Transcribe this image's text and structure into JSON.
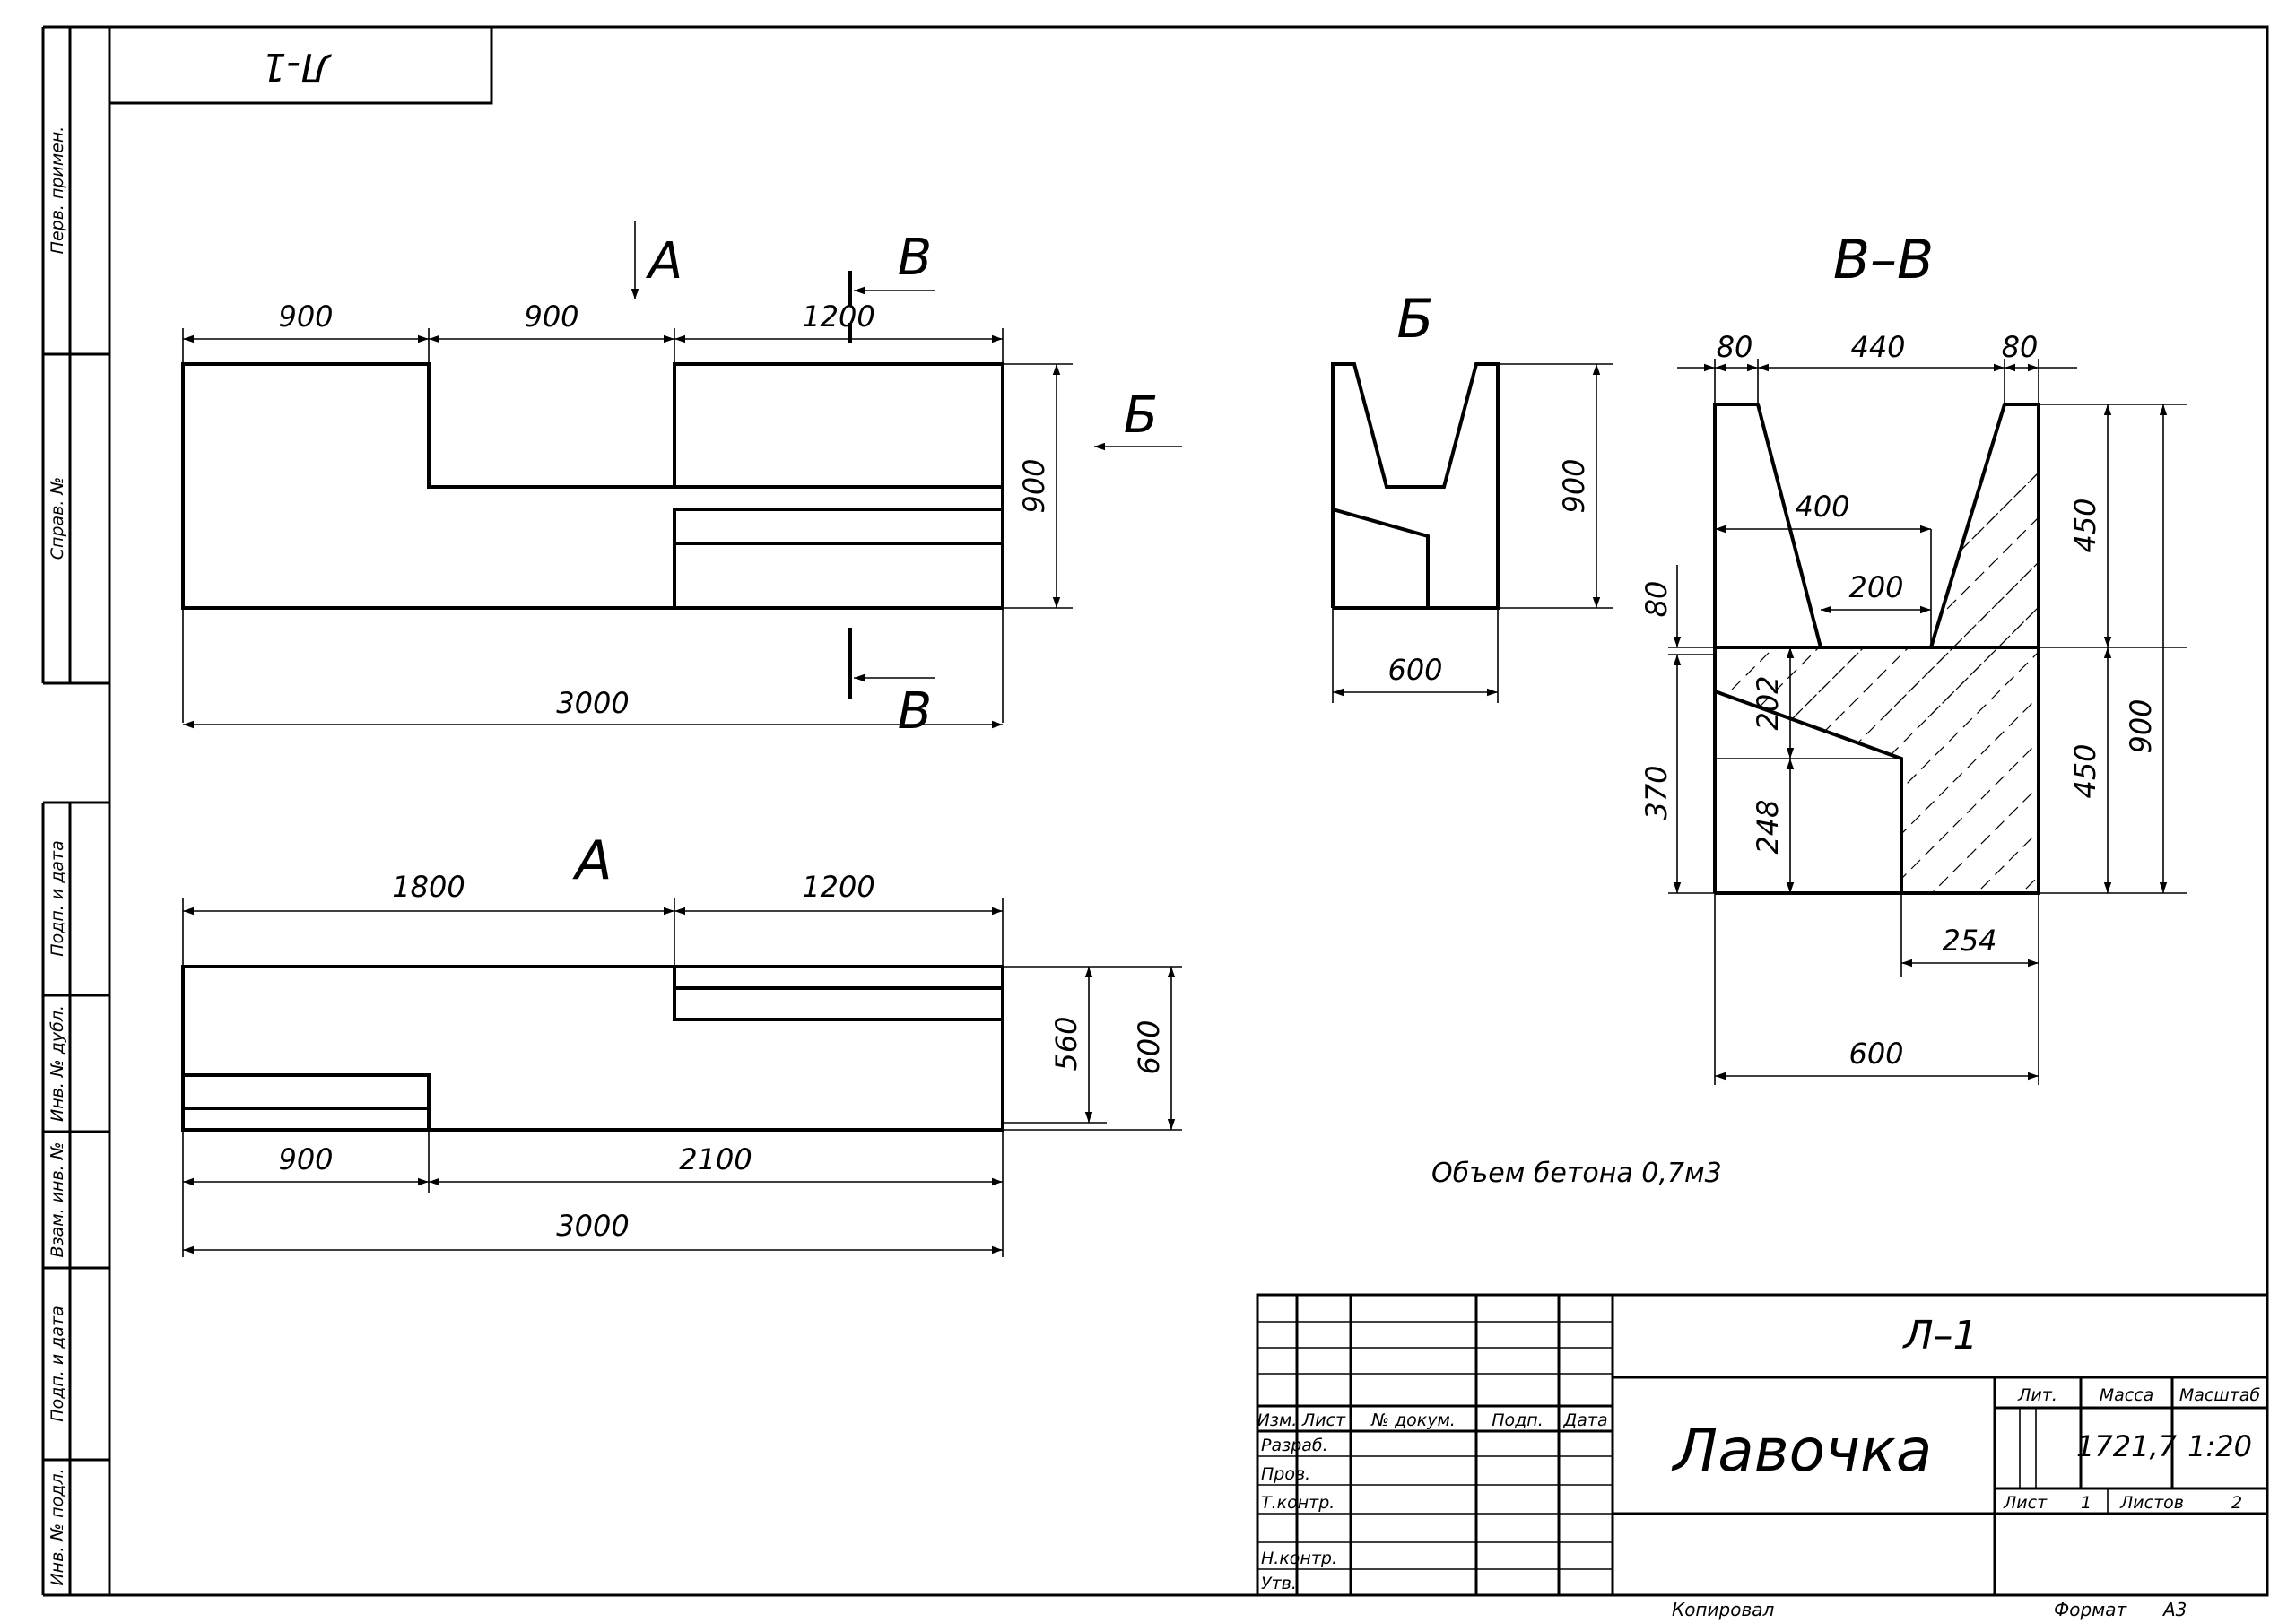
{
  "stamp_code_rotated": "Л-1",
  "side_columns": {
    "perv_primen": "Перв. примен.",
    "sprav_no": "Справ. №",
    "podp_i_data_1": "Подп. и дата",
    "inv_no_dubl": "Инв. № дубл.",
    "vzam_inv_no": "Взам. инв. №",
    "podp_i_data_2": "Подп. и дата",
    "inv_no_podl": "Инв. № подл."
  },
  "section_marks": {
    "a": "А",
    "b": "Б",
    "v": "В",
    "vv_title": "В–В",
    "a_view_title": "А",
    "b_view_title": "Б"
  },
  "top_view": {
    "dim_900_a": "900",
    "dim_900_b": "900",
    "dim_1200": "1200",
    "dim_height_900": "900",
    "dim_3000": "3000"
  },
  "view_a": {
    "dim_1800": "1800",
    "dim_1200": "1200",
    "dim_560": "560",
    "dim_600": "600",
    "dim_900": "900",
    "dim_2100": "2100",
    "dim_3000": "3000"
  },
  "view_b": {
    "dim_900": "900",
    "dim_600": "600"
  },
  "section_vv": {
    "dim_80_left": "80",
    "dim_440": "440",
    "dim_80_right": "80",
    "dim_400": "400",
    "dim_200": "200",
    "dim_450_top": "450",
    "dim_450_bottom": "450",
    "dim_900": "900",
    "dim_80_side": "80",
    "dim_370": "370",
    "dim_202": "202",
    "dim_248": "248",
    "dim_254": "254",
    "dim_600": "600"
  },
  "note": "Объем бетона 0,7м3",
  "title_block": {
    "designation": "Л–1",
    "name": "Лавочка",
    "col_izm": "Изм.",
    "col_list": "Лист",
    "col_doc": "№ докум.",
    "col_podp": "Подп.",
    "col_data": "Дата",
    "row_razrab": "Разраб.",
    "row_prov": "Пров.",
    "row_tkontr": "Т.контр.",
    "row_nkontr": "Н.контр.",
    "row_utv": "Утв.",
    "lit": "Лит.",
    "massa_label": "Масса",
    "masshtab_label": "Масштаб",
    "massa_value": "1721,7",
    "masshtab_value": "1:20",
    "list_label": "Лист",
    "list_value": "1",
    "listov_label": "Листов",
    "listov_value": "2"
  },
  "footer": {
    "kopiroval": "Копировал",
    "format_label": "Формат",
    "format_value": "А3"
  }
}
